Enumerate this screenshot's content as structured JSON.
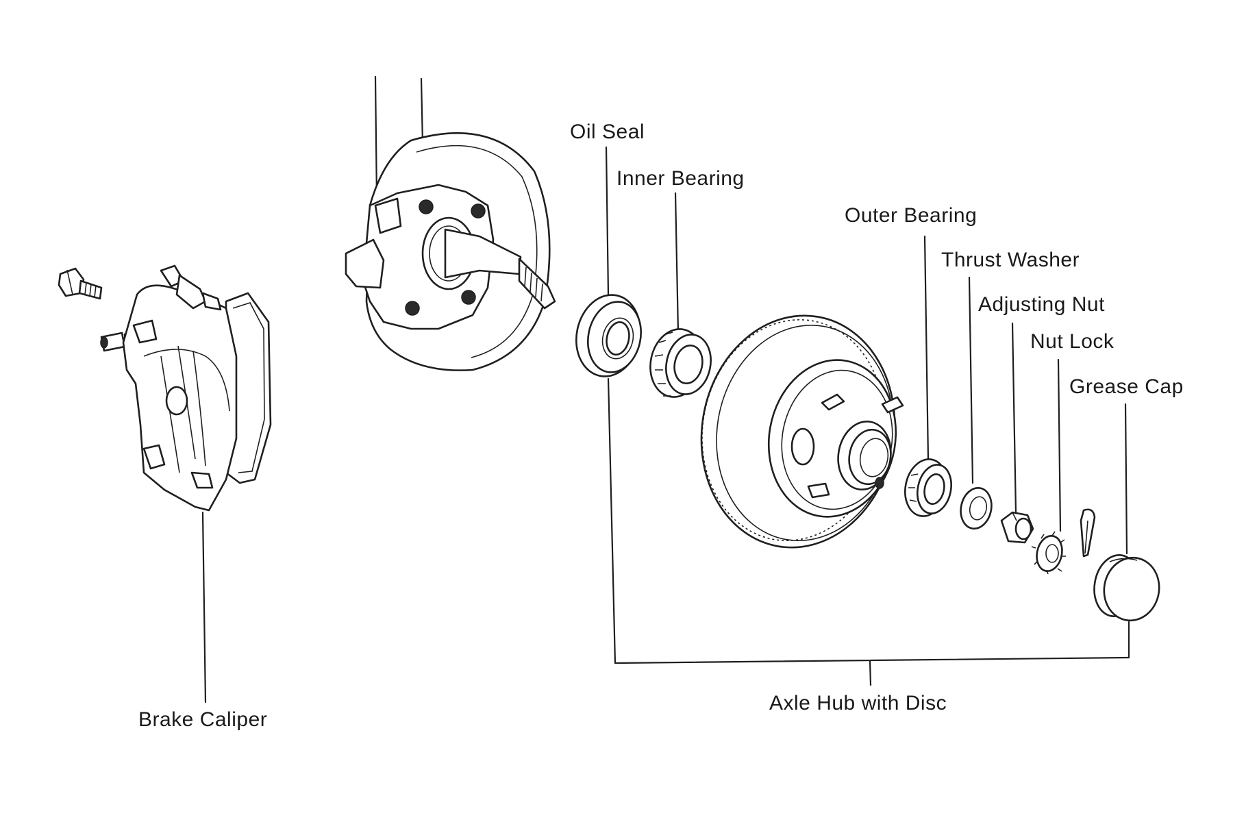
{
  "labels": {
    "oil_seal": "Oil Seal",
    "inner_bearing": "Inner Bearing",
    "outer_bearing": "Outer Bearing",
    "thrust_washer": "Thrust Washer",
    "adjusting_nut": "Adjusting Nut",
    "nut_lock": "Nut Lock",
    "grease_cap": "Grease Cap",
    "brake_caliper": "Brake Caliper",
    "axle_hub": "Axle Hub with Disc"
  }
}
